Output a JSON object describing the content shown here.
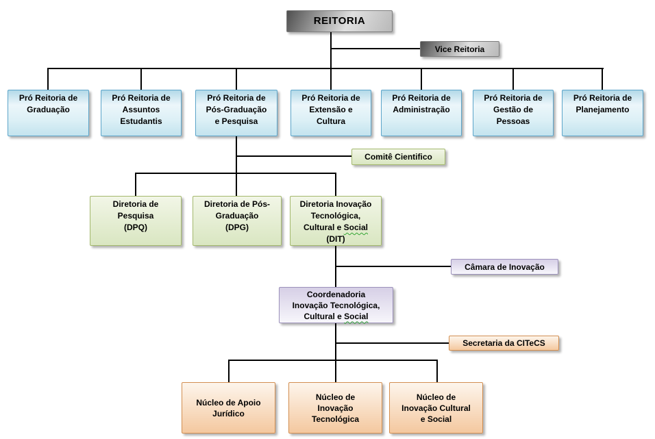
{
  "palette": {
    "line_color": "#000000",
    "metal_dark": "#4f4f4f",
    "metal_light": "#e0e0e0",
    "metal_border": "#7d7d7d",
    "blue_border": "#5ba4c9",
    "blue_top": "#b3d9e8",
    "blue_mid": "#ecf6fa",
    "blue_bottom": "#c3e3ee",
    "green_border": "#a3b86c",
    "green_top": "#f2f6e7",
    "green_bottom": "#d9e6c1",
    "purple_border": "#9b90ba",
    "purple_top": "#d6cfe6",
    "purple_bottom": "#f7f6fb",
    "orange_border": "#d28e50",
    "orange_top": "#fdf5ec",
    "orange_bottom": "#f4c89f",
    "squiggle_green": "#33a533"
  },
  "chart": {
    "reitoria": "REITORIA",
    "vice_reitoria": "Vice Reitoria",
    "pro_reitorias": [
      {
        "label": "Pró Reitoria de\nGraduação"
      },
      {
        "label": "Pró Reitoria de\nAssuntos\nEstudantis"
      },
      {
        "label": "Pró Reitoria de\nPós-Graduação\ne Pesquisa"
      },
      {
        "label": "Pró Reitoria de\nExtensão e\nCultura"
      },
      {
        "label": "Pró Reitoria de\nAdministração"
      },
      {
        "label": "Pró Reitoria de\nGestão de\nPessoas"
      },
      {
        "label": "Pró Reitoria de\nPlanejamento"
      }
    ],
    "comite": "Comitê Cientifico",
    "diretorias": [
      {
        "label": "Diretoria de\nPesquisa\n(DPQ)"
      },
      {
        "label": "Diretoria de Pós-\nGraduação\n(DPG)"
      },
      {
        "pre": "Diretoria Inovação\nTecnológica,\nCultural e ",
        "wavy": "Social",
        "post": "\n(DIT)"
      }
    ],
    "camara": "Câmara de Inovação",
    "coordenadoria": {
      "pre": "Coordenadoria\nInovação Tecnológica,\nCultural e ",
      "wavy": "Social"
    },
    "secretaria": "Secretaria da CITeCS",
    "nucleos": [
      {
        "label": "Núcleo de Apoio\nJurídico"
      },
      {
        "label": "Núcleo de\nInovação\nTecnológica"
      },
      {
        "label": "Núcleo de\nInovação Cultural\ne Social"
      }
    ]
  }
}
